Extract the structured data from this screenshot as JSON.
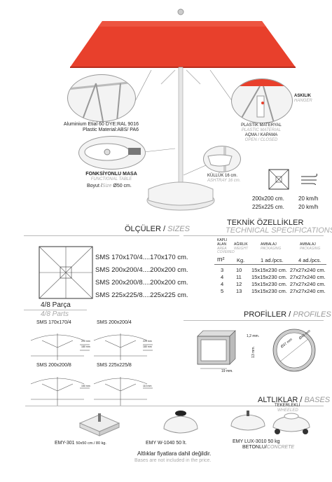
{
  "callouts": {
    "frame_line1": "Aluminium Etial 60 DYE:RAL 9016",
    "frame_line2": "Plastic Material:ABS/ PA6",
    "hanger_tr": "ASKILIK",
    "hanger_en": "HANGER",
    "plastic_tr": "PLASTİK MATERYAL",
    "plastic_en": "PLASTIC MATERIAL",
    "open_tr": "AÇMA / KAPAMA",
    "open_en": "OPEN / CLOSED",
    "table_tr": "FONKSİYONLU MASA",
    "table_en": "FUNCTIONAL TABLE",
    "table_size_label": "Boyut /",
    "table_size_en": "Size",
    "table_size_val": "Ø50 cm.",
    "ashtray_tr": "KÜLLÜK 16 cm.",
    "ashtray_en": "ASHTRAY 16 cm."
  },
  "wind": {
    "rows": [
      {
        "size": "200x200 cm.",
        "speed": "20 km/h"
      },
      {
        "size": "225x225 cm.",
        "speed": "20 km/h"
      }
    ]
  },
  "sizes": {
    "title_tr": "ÖLÇÜLER /",
    "title_en": "SIZES",
    "items": [
      "SMS 170x170/4....170x170 cm.",
      "SMS 200x200/4....200x200 cm.",
      "SMS 200x200/8....200x200 cm.",
      "SMS 225x225/8....225x225 cm."
    ],
    "parts_tr": "4/8 Parça",
    "parts_en": "4/8 Parts"
  },
  "spec": {
    "title_tr": "TEKNİK ÖZELLİKLER",
    "title_en": "TECHNICAL SPECIFICATIONS",
    "h_area_tr1": "KAPLI",
    "h_area_tr2": "ALAN",
    "h_area_en1": "AREA",
    "h_area_en2": "COVERED",
    "h_weight_tr": "AĞIRLIK",
    "h_weight_en": "WEIGHT",
    "h_pack_tr": "AMBALAJ",
    "h_pack_en": "PACKAGING",
    "h_pack2_tr": "AMBALAJ",
    "h_pack2_en": "PACKAGING",
    "u_area": "m²",
    "u_weight": "Kg.",
    "u_pack1": "1 ad./pcs.",
    "u_pack2": "4 ad./pcs.",
    "rows": [
      [
        "3",
        "10",
        "15x15x230 cm.",
        "27x27x240 cm."
      ],
      [
        "4",
        "11",
        "15x15x230 cm.",
        "27x27x240 cm."
      ],
      [
        "4",
        "12",
        "15x15x230 cm.",
        "27x27x240 cm."
      ],
      [
        "5",
        "13",
        "15x15x230 cm.",
        "27x27x240 cm."
      ]
    ]
  },
  "profiles": {
    "title_tr": "PROFİLLER /",
    "title_en": "PROFILES",
    "dim1": "1,2 mm.",
    "dim2": "13 mm.",
    "dim3": "19 mm.",
    "dim4": "Ø37 mm",
    "dim5": "Ø40 mm"
  },
  "models": {
    "a": "SMS 170x170/4",
    "b": "SMS 200x200/4",
    "c": "SMS 200x200/8",
    "d": "SMS 225x225/8",
    "dims": [
      "220 mm",
      "180 mm",
      "150 mm",
      "110 mm"
    ]
  },
  "bases": {
    "title_tr": "ALTLIKLAR /",
    "title_en": "BASES",
    "wheeled_tr": "TEKERLEKLİ",
    "wheeled_en": "WHEELED",
    "b1": "EMY-301",
    "b1_spec": "50x50 cm./ 80 kg.",
    "b2": "EMY W-1040 50 lt.",
    "b3": "EMY LUX-3010 50 kg",
    "b3_mat_tr": "BETONLU/",
    "b3_mat_en": "CONCRETE",
    "note_tr": "Altlıklar fiyatlara dahil değildir.",
    "note_en": "Bases are not included in the price."
  },
  "colors": {
    "canopy": "#e8402c",
    "accent_grey": "#aaaaaa"
  }
}
